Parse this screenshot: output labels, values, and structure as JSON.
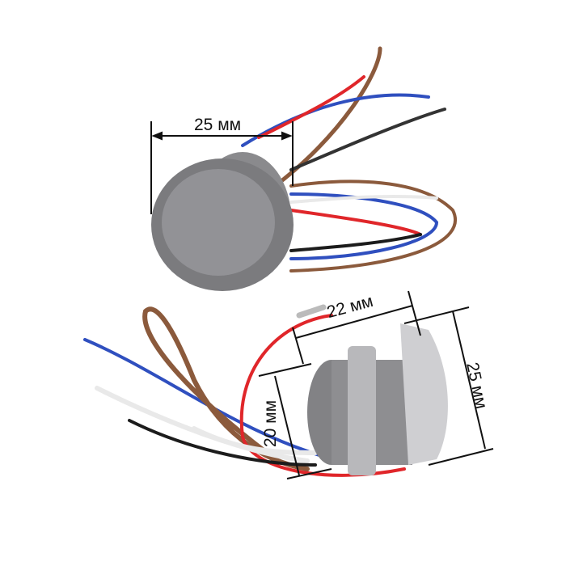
{
  "image": {
    "description": "Product photo of a round metal button/reader with colored wires, annotated with dimensions",
    "colors": {
      "background": "#ffffff",
      "metal_dark": "#7d7d80",
      "metal_light": "#a9a9ad",
      "wire_red": "#e0262a",
      "wire_blue": "#2f4fbf",
      "wire_brown": "#8b5a3c",
      "wire_black": "#1c1c1c",
      "wire_white": "#e9e9e9",
      "dimension_line": "#111111"
    }
  },
  "annotations": {
    "top_diameter": "25 мм",
    "side_length": "22 мм",
    "side_diameter": "25 мм",
    "thread_diameter": "20 мм"
  }
}
